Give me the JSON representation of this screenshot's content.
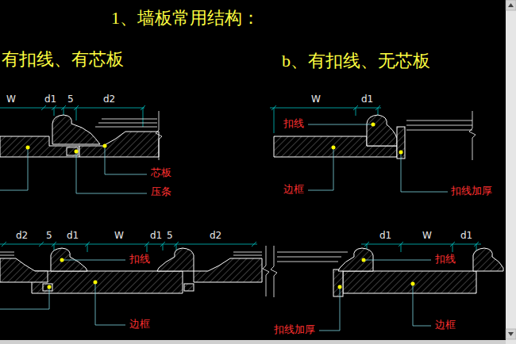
{
  "diagram": {
    "title": "1、墙板常用结构：",
    "labels": [
      "有扣线、有芯板",
      "b、有扣线、无芯板",
      "W",
      "d1",
      "5",
      "d2",
      "芯板",
      "压条",
      "W",
      "d1",
      "扣线",
      "边框",
      "扣线加厚",
      "d2",
      "5",
      "d1",
      "W",
      "d1",
      "5",
      "d2",
      "扣线",
      "边框",
      "d1",
      "W",
      "d1",
      "扣线",
      "扣线加厚",
      "边框"
    ]
  }
}
